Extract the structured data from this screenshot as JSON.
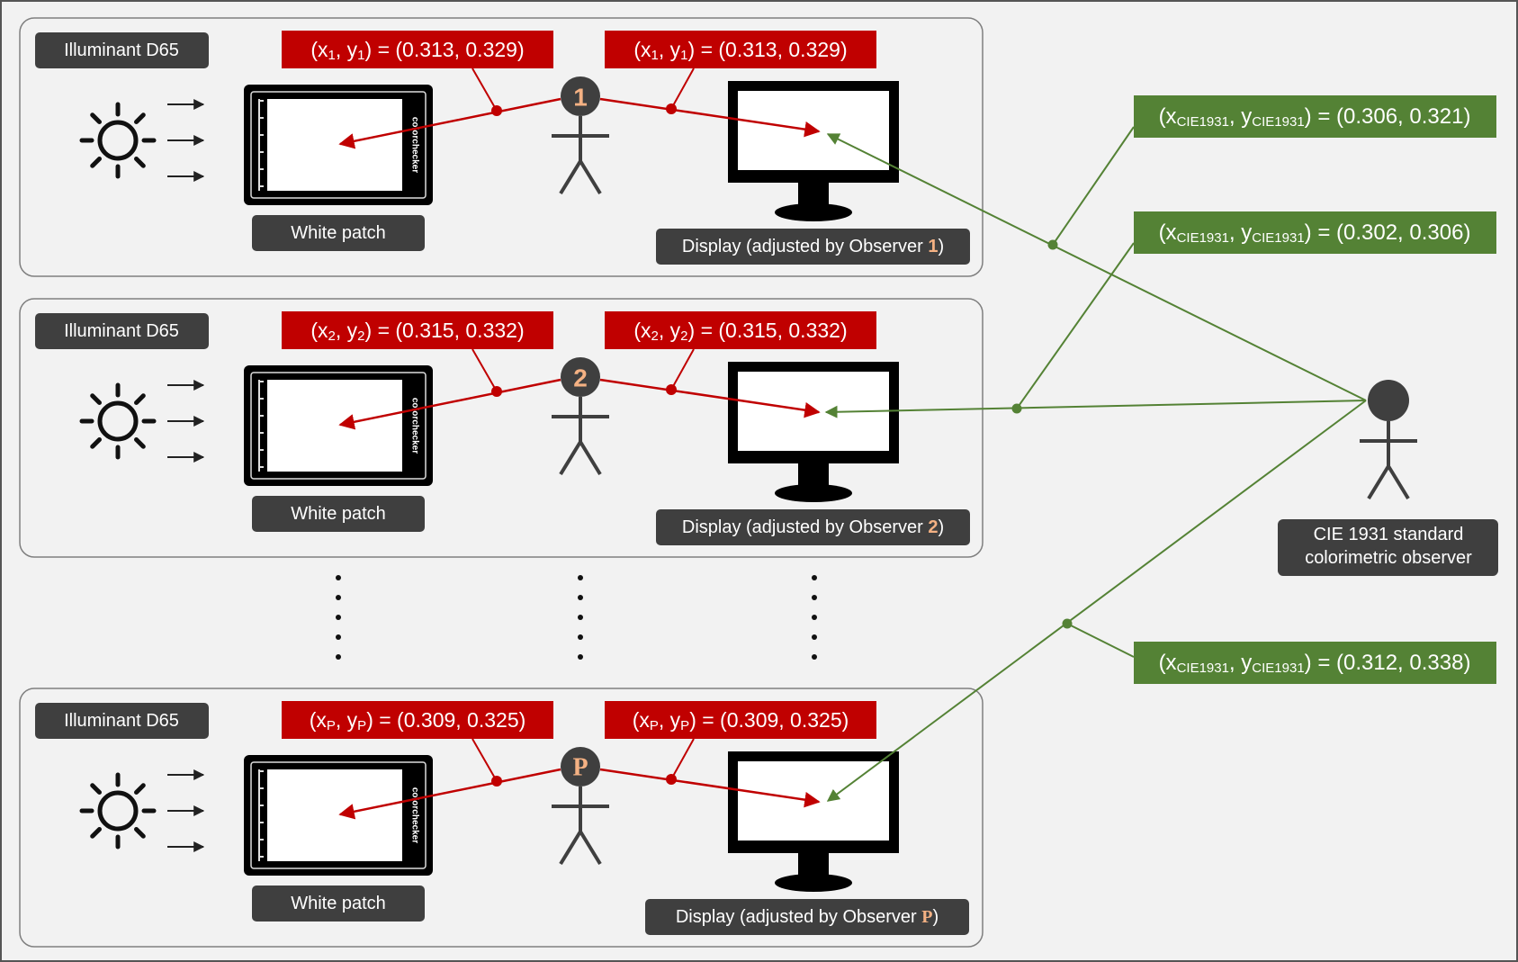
{
  "colors": {
    "page_bg": "#f2f2f2",
    "panel_bg": "#f2f2f2",
    "panel_border": "#7f7f7f",
    "dark_label": "#3f3f3f",
    "red": "#c00000",
    "green": "#548235",
    "observer_index": "#f4b183",
    "ink": "#000000"
  },
  "panels": [
    {
      "illuminant": "Illuminant D65",
      "white_patch": "White patch",
      "colorchecker_text": "colorchecker",
      "observer_marker": "1",
      "left_label": {
        "prefix": "(x",
        "sub1": "1",
        "mid": ", y",
        "sub2": "1",
        "suffix": ") = (0.313, 0.329)"
      },
      "right_label": {
        "prefix": "(x",
        "sub1": "1",
        "mid": ", y",
        "sub2": "1",
        "suffix": ") = (0.313, 0.329)"
      },
      "display_label": {
        "text": "Display (adjusted by Observer ",
        "index": "1",
        "close": ")"
      }
    },
    {
      "illuminant": "Illuminant D65",
      "white_patch": "White patch",
      "colorchecker_text": "colorchecker",
      "observer_marker": "2",
      "left_label": {
        "prefix": "(x",
        "sub1": "2",
        "mid": ", y",
        "sub2": "2",
        "suffix": ") = (0.315, 0.332)"
      },
      "right_label": {
        "prefix": "(x",
        "sub1": "2",
        "mid": ", y",
        "sub2": "2",
        "suffix": ") = (0.315, 0.332)"
      },
      "display_label": {
        "text": "Display (adjusted by Observer ",
        "index": "2",
        "close": ")"
      }
    },
    {
      "illuminant": "Illuminant D65",
      "white_patch": "White patch",
      "colorchecker_text": "colorchecker",
      "observer_marker": "P",
      "left_label": {
        "prefix": "(x",
        "sub1": "P",
        "mid": ", y",
        "sub2": "P",
        "suffix": ") = (0.309, 0.325)"
      },
      "right_label": {
        "prefix": "(x",
        "sub1": "P",
        "mid": ", y",
        "sub2": "P",
        "suffix": ") = (0.309, 0.325)"
      },
      "display_label": {
        "text": "Display (adjusted by Observer ",
        "index": "P",
        "close": ")"
      }
    }
  ],
  "cie_labels": [
    {
      "prefix": "(x",
      "sub1": "CIE1931",
      "mid": ", y",
      "sub2": "CIE1931",
      "suffix": ") = (0.306, 0.321)"
    },
    {
      "prefix": "(x",
      "sub1": "CIE1931",
      "mid": ", y",
      "sub2": "CIE1931",
      "suffix": ") = (0.302, 0.306)"
    },
    {
      "prefix": "(x",
      "sub1": "CIE1931",
      "mid": ", y",
      "sub2": "CIE1931",
      "suffix": ") = (0.312, 0.338)"
    }
  ],
  "cie_observer": {
    "line1": "CIE 1931 standard",
    "line2": "colorimetric observer"
  },
  "icons": {
    "light_source": "sun-icon",
    "light_rays": "arrow-right-icon",
    "patch": "colorchecker-white-patch-icon",
    "display": "monitor-icon",
    "observer": "stick-figure-icon"
  }
}
